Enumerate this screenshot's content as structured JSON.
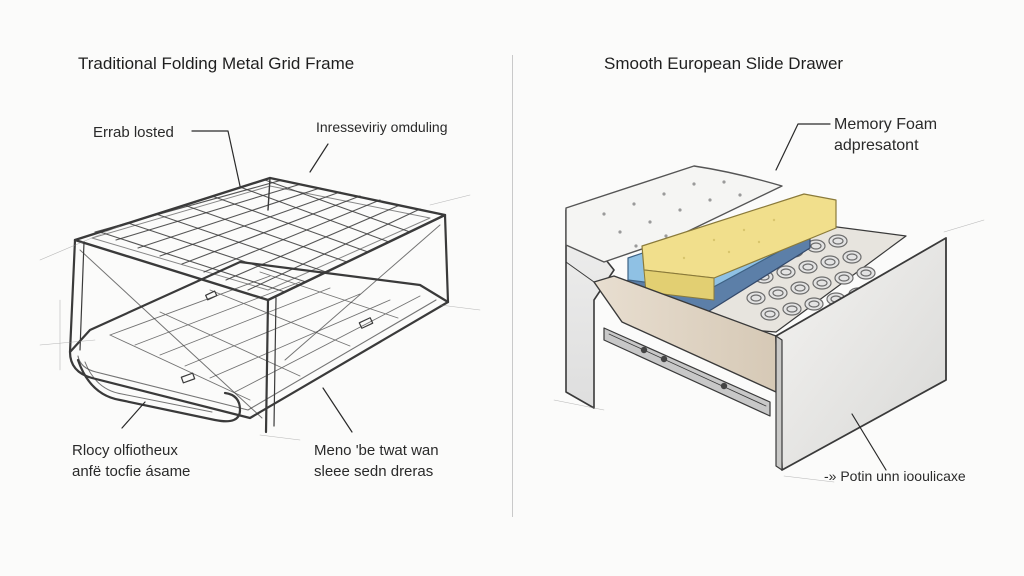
{
  "left_panel": {
    "title": "Traditional Folding Metal Grid Frame",
    "labels": {
      "top_left": "Errab losted",
      "top_right": "Inresseviriy omduling",
      "bottom_left": [
        "Rlocy olfiotheux",
        "anfë tocfie ásame"
      ],
      "bottom_right": [
        "Meno 'be twat wan",
        "sleee sedn dreras"
      ]
    }
  },
  "right_panel": {
    "title": "Smooth European Slide Drawer",
    "labels": {
      "top": [
        "Memory Foam",
        "adpresatont"
      ],
      "bottom": "-» Potin unn iooulicaxe"
    }
  },
  "colors": {
    "sketch_line": "#3a3a3a",
    "foam_yellow": "#f1df8c",
    "foam_blue": "#8fc1e4",
    "foam_deep_blue": "#5c7fa8",
    "drawer_wood": "#ddd2c2",
    "spring_gray": "#8a8a8a"
  }
}
